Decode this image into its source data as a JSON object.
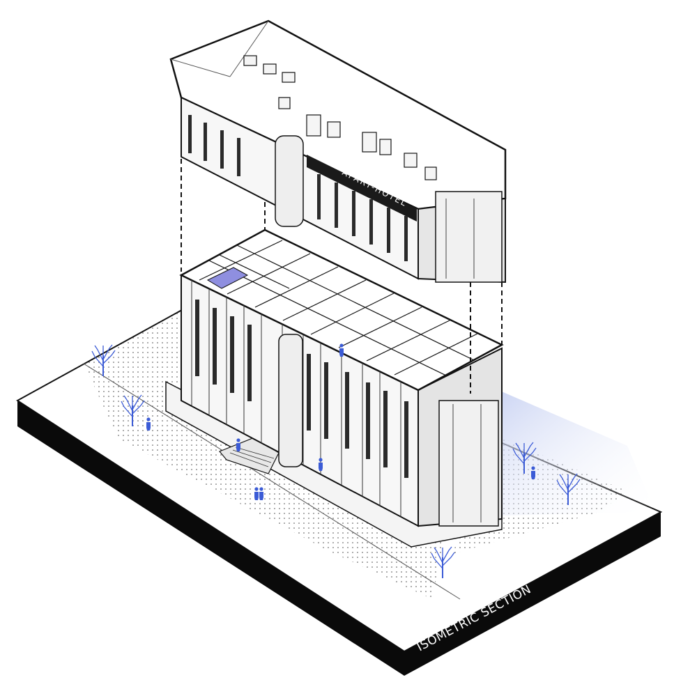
{
  "diagram": {
    "sign_text": "APART-HOTEL",
    "caption_line1": "APART HOTEL",
    "caption_line2": "ISOMETRIC SECTION",
    "colors": {
      "ink": "#111111",
      "paper": "#ffffff",
      "wall": "#f2f2f2",
      "shade": "#d9d9df",
      "accent": "#3b5bd6",
      "highlight": "#8f8fe0",
      "shadow": "#dfe5f7"
    },
    "icons": [
      "tree-icon",
      "person-icon"
    ]
  }
}
